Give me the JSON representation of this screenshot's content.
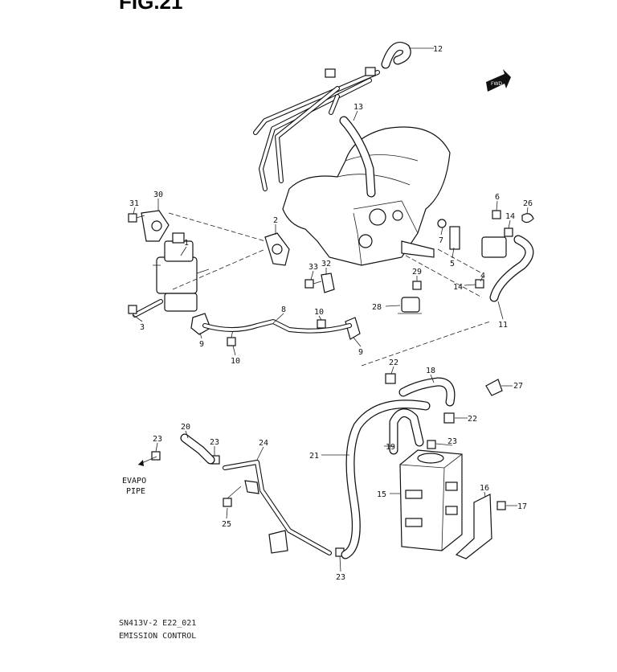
{
  "figure": {
    "title": "FIG.21",
    "code": "SN413V-2 E22_021",
    "caption": "EMISSION CONTROL"
  },
  "direction_badge": "FWD",
  "evapo_note": [
    "EVAPO",
    "PIPE"
  ],
  "callouts": [
    "12",
    "13",
    "31",
    "30",
    "2",
    "1",
    "6",
    "26",
    "14",
    "7",
    "5",
    "33",
    "32",
    "29",
    "4",
    "14",
    "28",
    "3",
    "8",
    "10",
    "9",
    "9",
    "10",
    "11",
    "22",
    "18",
    "27",
    "22",
    "20",
    "23",
    "23",
    "24",
    "21",
    "19",
    "23",
    "16",
    "17",
    "15",
    "25",
    "23"
  ]
}
